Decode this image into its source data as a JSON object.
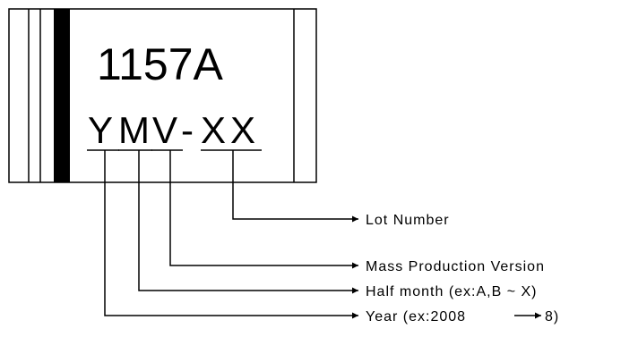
{
  "chip": {
    "part_number": "1157A",
    "code": {
      "year": "Y",
      "half_month": "M",
      "version": "V",
      "dash": "-",
      "lot_1": "X",
      "lot_2": "X"
    }
  },
  "callouts": {
    "lot_number": "Lot Number",
    "mass_production_version": "Mass Production Version",
    "half_month": "Half month (ex:A,B ~ X)",
    "year_prefix": "Year (ex:2008",
    "year_suffix": "8)"
  },
  "colors": {
    "ink": "#000000",
    "background": "#ffffff"
  }
}
